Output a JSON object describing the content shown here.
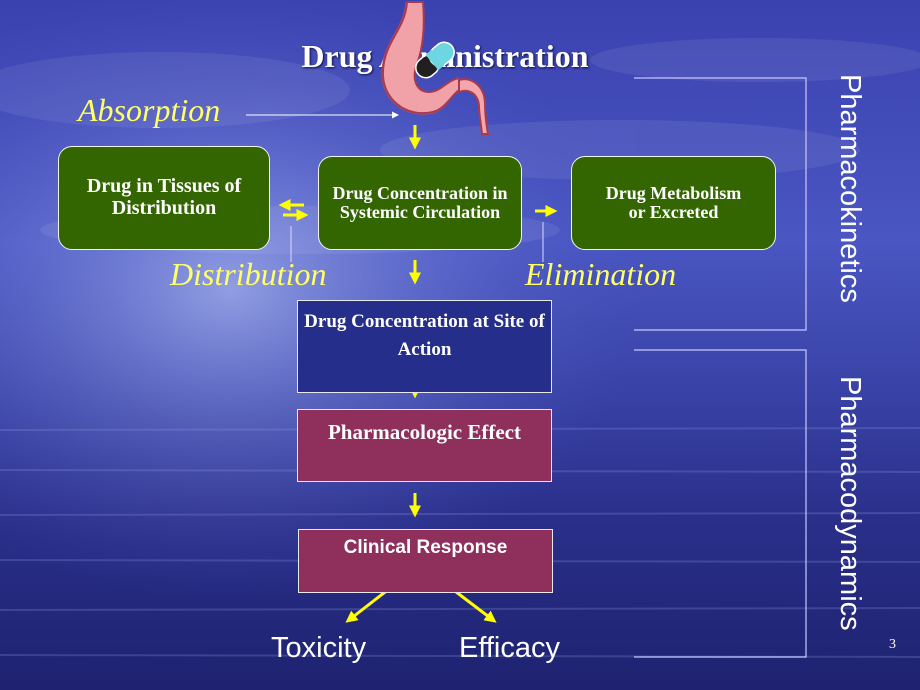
{
  "title": "Drug Administration",
  "labels": {
    "absorption": "Absorption",
    "distribution": "Distribution",
    "elimination": "Elimination"
  },
  "boxes": {
    "tissues": "Drug in Tissues of Distribution",
    "systemic": "Drug Concentration in Systemic Circulation",
    "metabolism": "Drug Metabolism or Excreted",
    "site_of_action": "Drug Concentration at Site of Action",
    "effect": "Pharmacologic Effect",
    "clinical": "Clinical Response"
  },
  "outcomes": {
    "toxicity": "Toxicity",
    "efficacy": "Efficacy"
  },
  "phases": {
    "pk": "Pharmacokinetics",
    "pd": "Pharmacodynamics"
  },
  "page_number": "3",
  "colors": {
    "box_green": "#336600",
    "box_blue": "#252e8a",
    "box_maroon": "#8e2f5c",
    "arrow_yellow": "#ffff00",
    "label_yellow": "#ffff66"
  },
  "icons": [
    "stomach-icon",
    "capsule-icon"
  ]
}
